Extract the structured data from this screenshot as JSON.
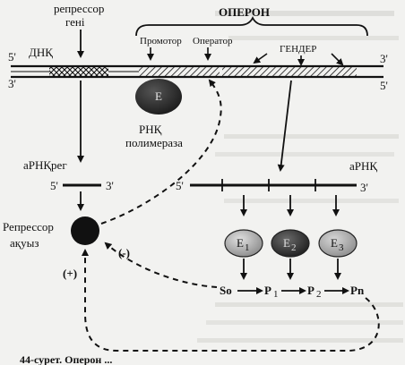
{
  "labels": {
    "repressor_gene": [
      "репрессор",
      "гені"
    ],
    "operon": "ОПЕРОН",
    "promoter": "Промотор",
    "operator": "Оператор",
    "genes": "ГЕНДЕР",
    "dna": "ДНҚ",
    "dna_5_top": "5'",
    "dna_3_top": "3'",
    "dna_3_bottom_left": "3'",
    "dna_5_bottom_right": "5'",
    "polymerase_e": "E",
    "rna_polymerase": [
      "РНҚ",
      "полимераза"
    ],
    "arna_reg": "аРНҚрег",
    "arna": "аРНҚ",
    "arna_reg_5": "5'",
    "arna_reg_3": "3'",
    "arna_5": "5'",
    "arna_3": "3'",
    "repressor_protein": [
      "Репрессор",
      "ақуыз"
    ],
    "plus": "(+)",
    "minus": "(-)",
    "e1": "E",
    "e1_sub": "1",
    "e2": "E",
    "e2_sub": "2",
    "e3": "E",
    "e3_sub": "3",
    "so": "So",
    "p1": "P",
    "p1_sub": "1",
    "p2": "P",
    "p2_sub": "2",
    "pn": "Pn",
    "caption": "44-сурет. Оперон ..."
  }
}
